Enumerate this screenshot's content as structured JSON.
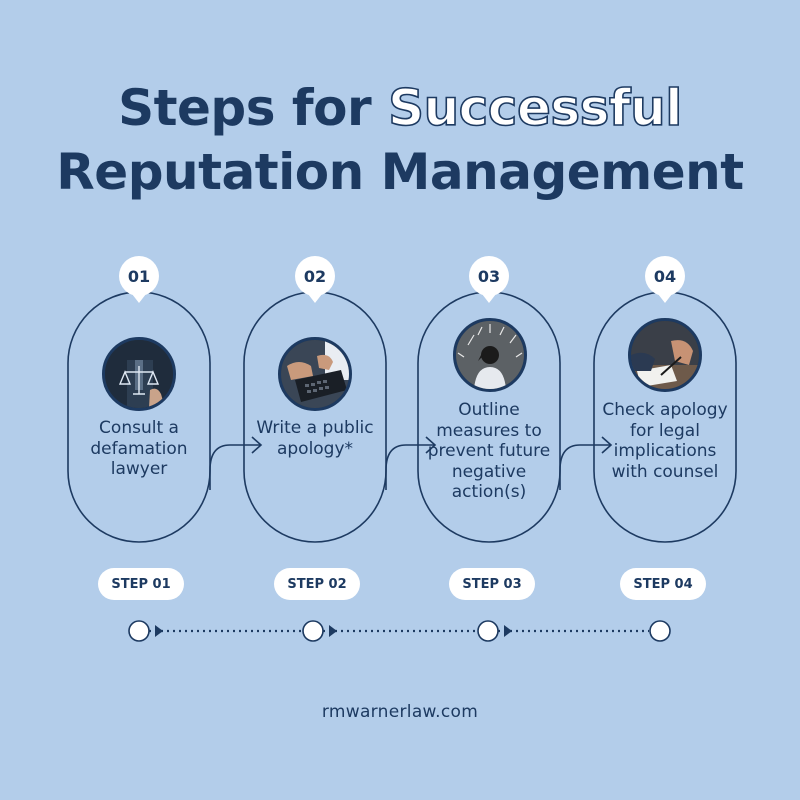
{
  "title": {
    "line1_prefix": "Steps for ",
    "line1_highlight": "Successful",
    "line2": "Reputation Management"
  },
  "steps": [
    {
      "number": "01",
      "text": "Consult a defamation lawyer",
      "pill": "STEP 01",
      "photo_icon": "scales-of-justice-icon"
    },
    {
      "number": "02",
      "text": "Write a public apology*",
      "pill": "STEP 02",
      "photo_icon": "typing-keyboard-icon"
    },
    {
      "number": "03",
      "text": "Outline measures to prevent future negative action(s)",
      "pill": "STEP 03",
      "photo_icon": "thinking-person-arrows-icon"
    },
    {
      "number": "04",
      "text": "Check apology for legal implications with counsel",
      "pill": "STEP 04",
      "photo_icon": "signing-document-icon"
    }
  ],
  "footer": "rmwarnerlaw.com",
  "colors": {
    "background": "#b3cdea",
    "primary": "#1d3a61",
    "white": "#ffffff"
  }
}
